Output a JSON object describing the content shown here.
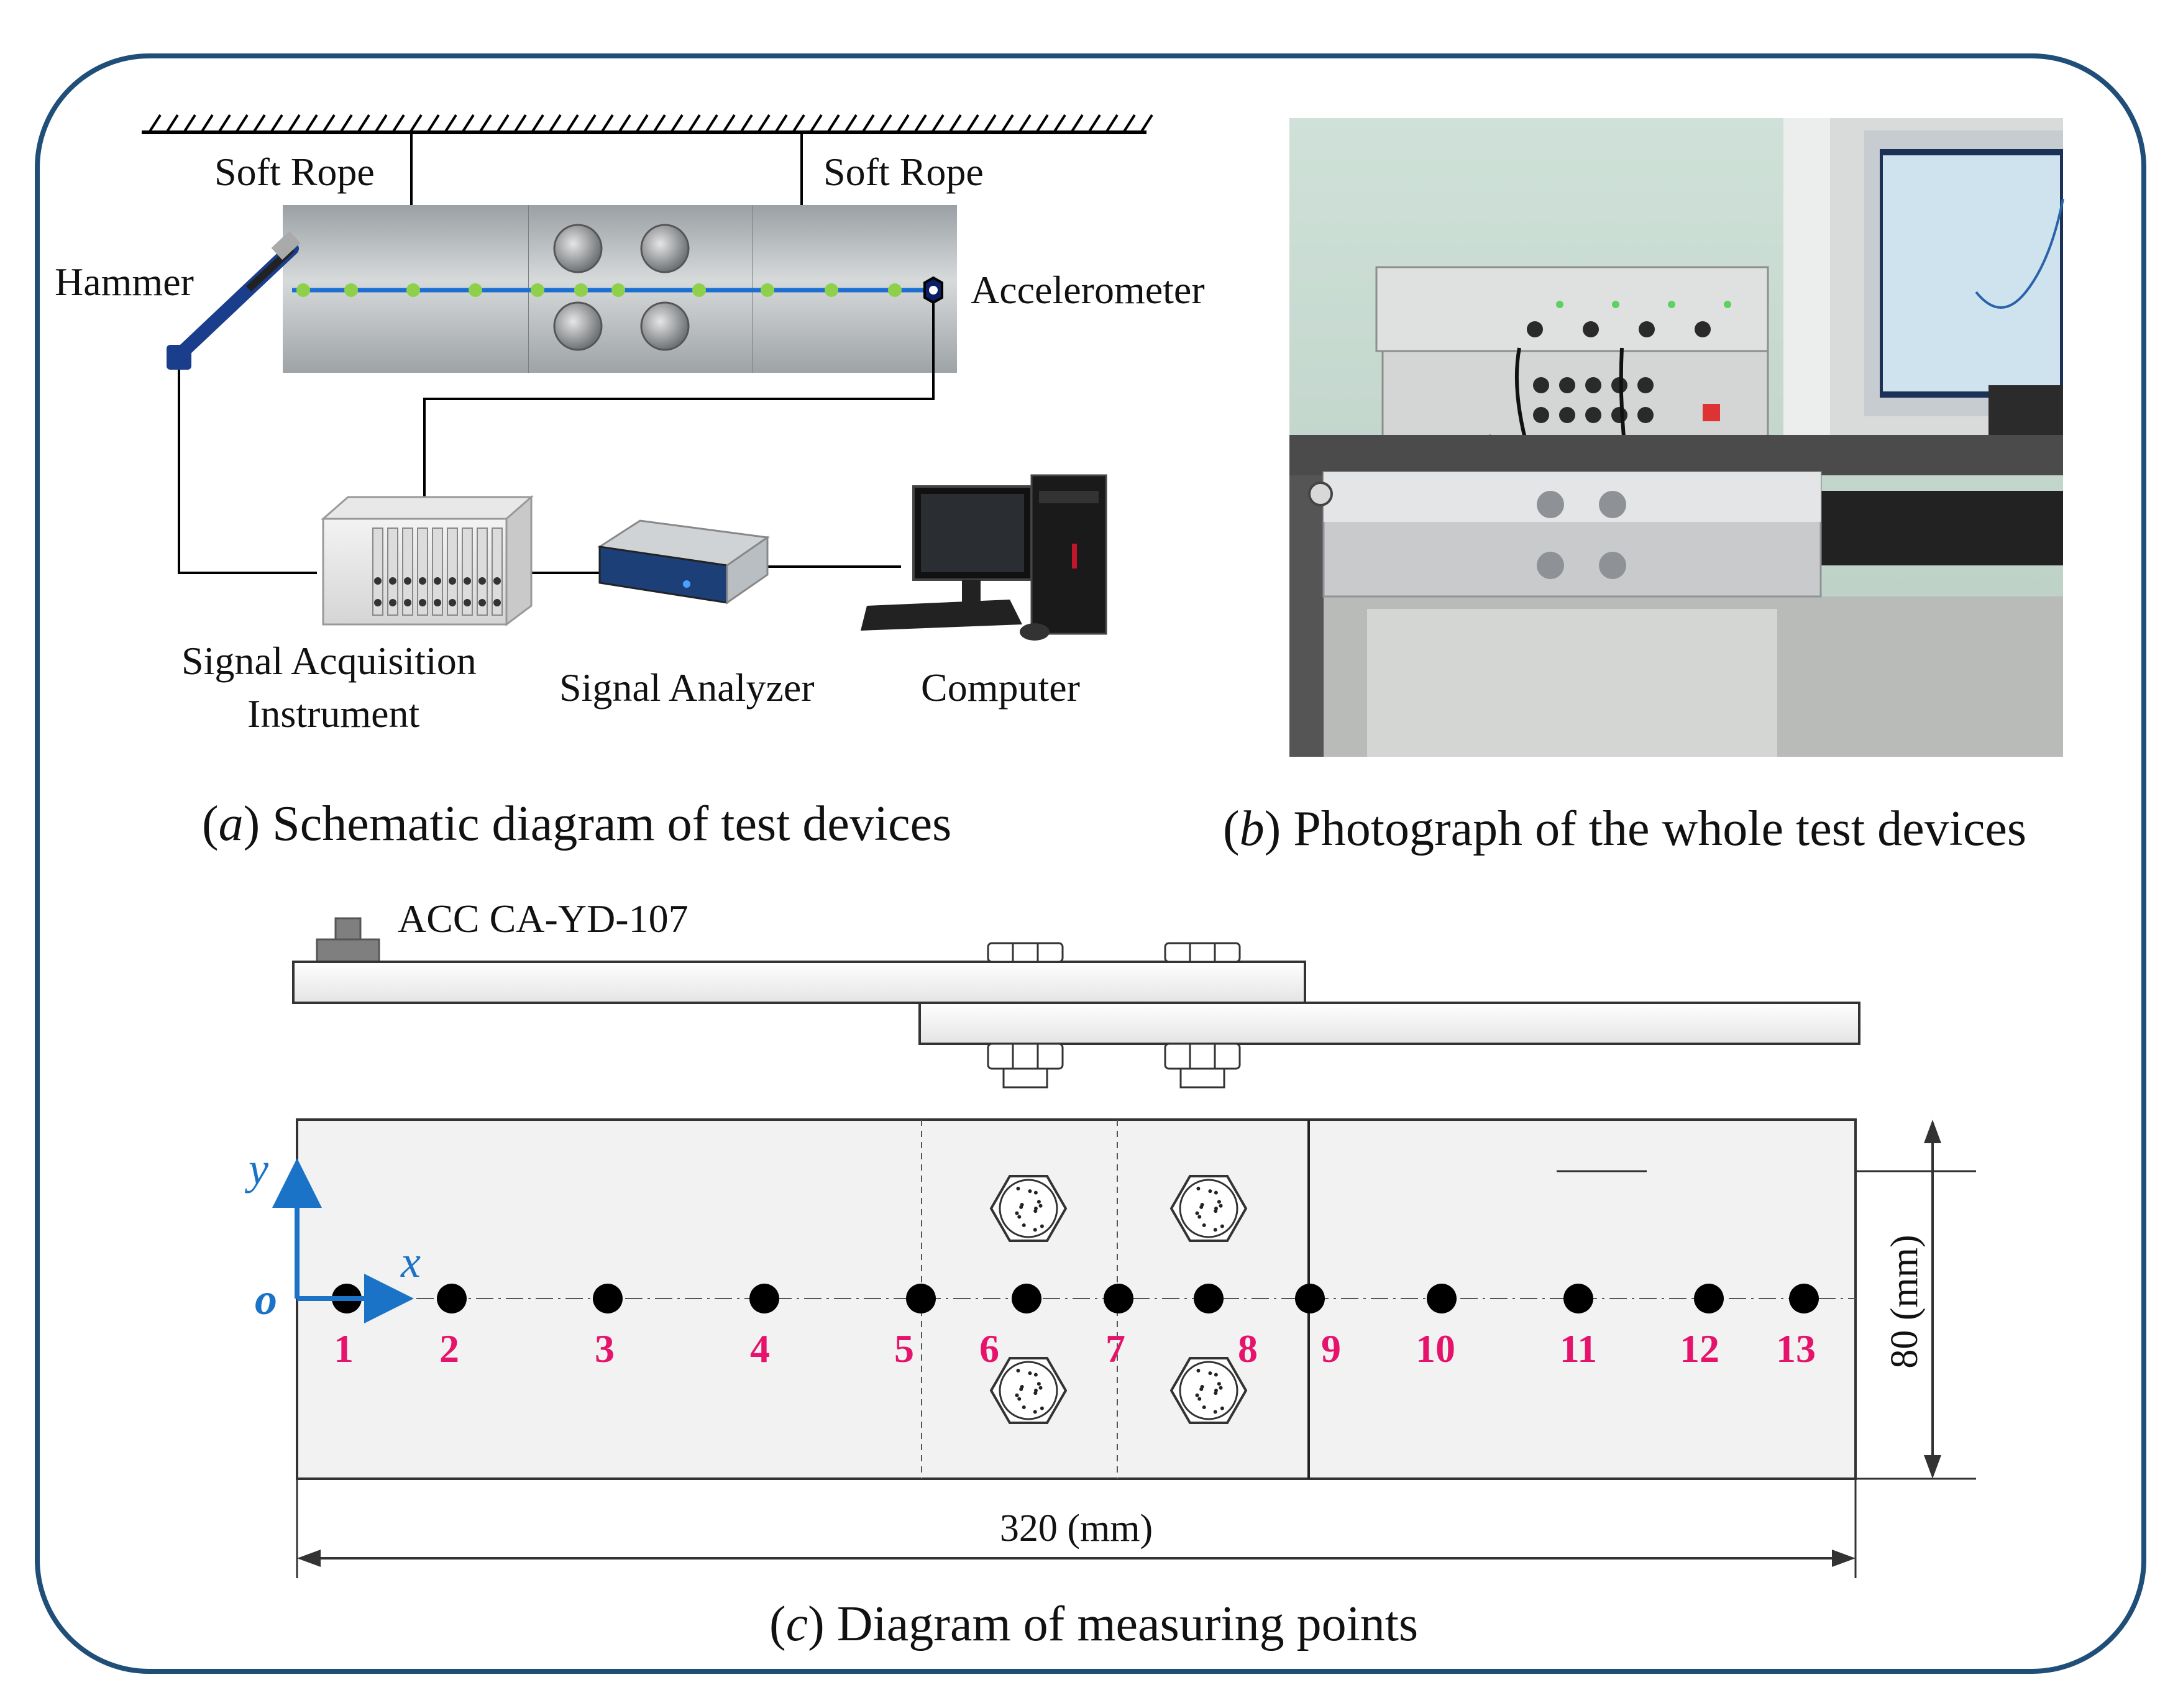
{
  "panel_a": {
    "rope_left": "Soft Rope",
    "rope_right": "Soft Rope",
    "hammer": "Hammer",
    "accelerometer": "Accelerometer",
    "daq_line1": "Signal  Acquisition",
    "daq_line2": "Instrument",
    "analyzer": "Signal Analyzer",
    "computer": "Computer",
    "caption_letter": "a",
    "caption_text": " Schematic diagram of test devices"
  },
  "panel_b": {
    "caption_letter": "b",
    "caption_text": " Photograph of the whole test devices"
  },
  "panel_c": {
    "sensor_label": "ACC  CA-YD-107",
    "axis_y": "y",
    "axis_x": "x",
    "axis_o": "o",
    "points": [
      "1",
      "2",
      "3",
      "4",
      "5",
      "6",
      "7",
      "8",
      "9",
      "10",
      "11",
      "12",
      "13"
    ],
    "width_dim": "320 (mm)",
    "height_dim": "80 (mm)",
    "caption_letter": "c",
    "caption_text": " Diagram of measuring points"
  },
  "colors": {
    "frame": "#1f4e79",
    "point_label": "#e5136b",
    "axis": "#1a73c7",
    "beam_line": "#1a6fd0",
    "sensor_dot": "#8ed04a"
  }
}
